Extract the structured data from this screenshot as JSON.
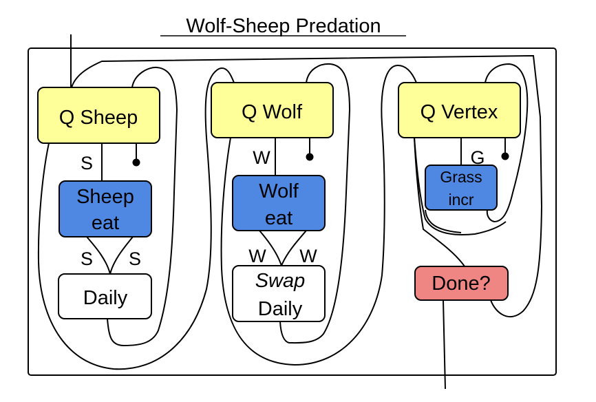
{
  "title": "Wolf-Sheep Predation",
  "colors": {
    "query_box": "#FFFF99",
    "action_box": "#4F88E3",
    "plain_box": "#FFFFFF",
    "decision_box": "#EF8683",
    "line": "#000000"
  },
  "boxes": {
    "q_sheep": {
      "label": "Q Sheep",
      "kind": "query"
    },
    "sheep_eat": {
      "line1": "Sheep",
      "line2": "eat",
      "kind": "action"
    },
    "sheep_daily": {
      "label": "Daily",
      "kind": "plain"
    },
    "q_wolf": {
      "label": "Q Wolf",
      "kind": "query"
    },
    "wolf_eat": {
      "line1": "Wolf",
      "line2": "eat",
      "kind": "action"
    },
    "swap_daily": {
      "line1": "Swap",
      "line2": "Daily",
      "kind": "plain"
    },
    "q_vertex": {
      "label": "Q Vertex",
      "kind": "query"
    },
    "grass_incr": {
      "line1": "Grass",
      "line2": "incr",
      "kind": "action"
    },
    "done": {
      "label": "Done?",
      "kind": "decision"
    }
  },
  "port_labels": {
    "sheep_out": "S",
    "sheep_eat_left": "S",
    "sheep_eat_right": "S",
    "wolf_out": "W",
    "wolf_eat_left": "W",
    "wolf_eat_right": "W",
    "vertex_out": "G"
  }
}
